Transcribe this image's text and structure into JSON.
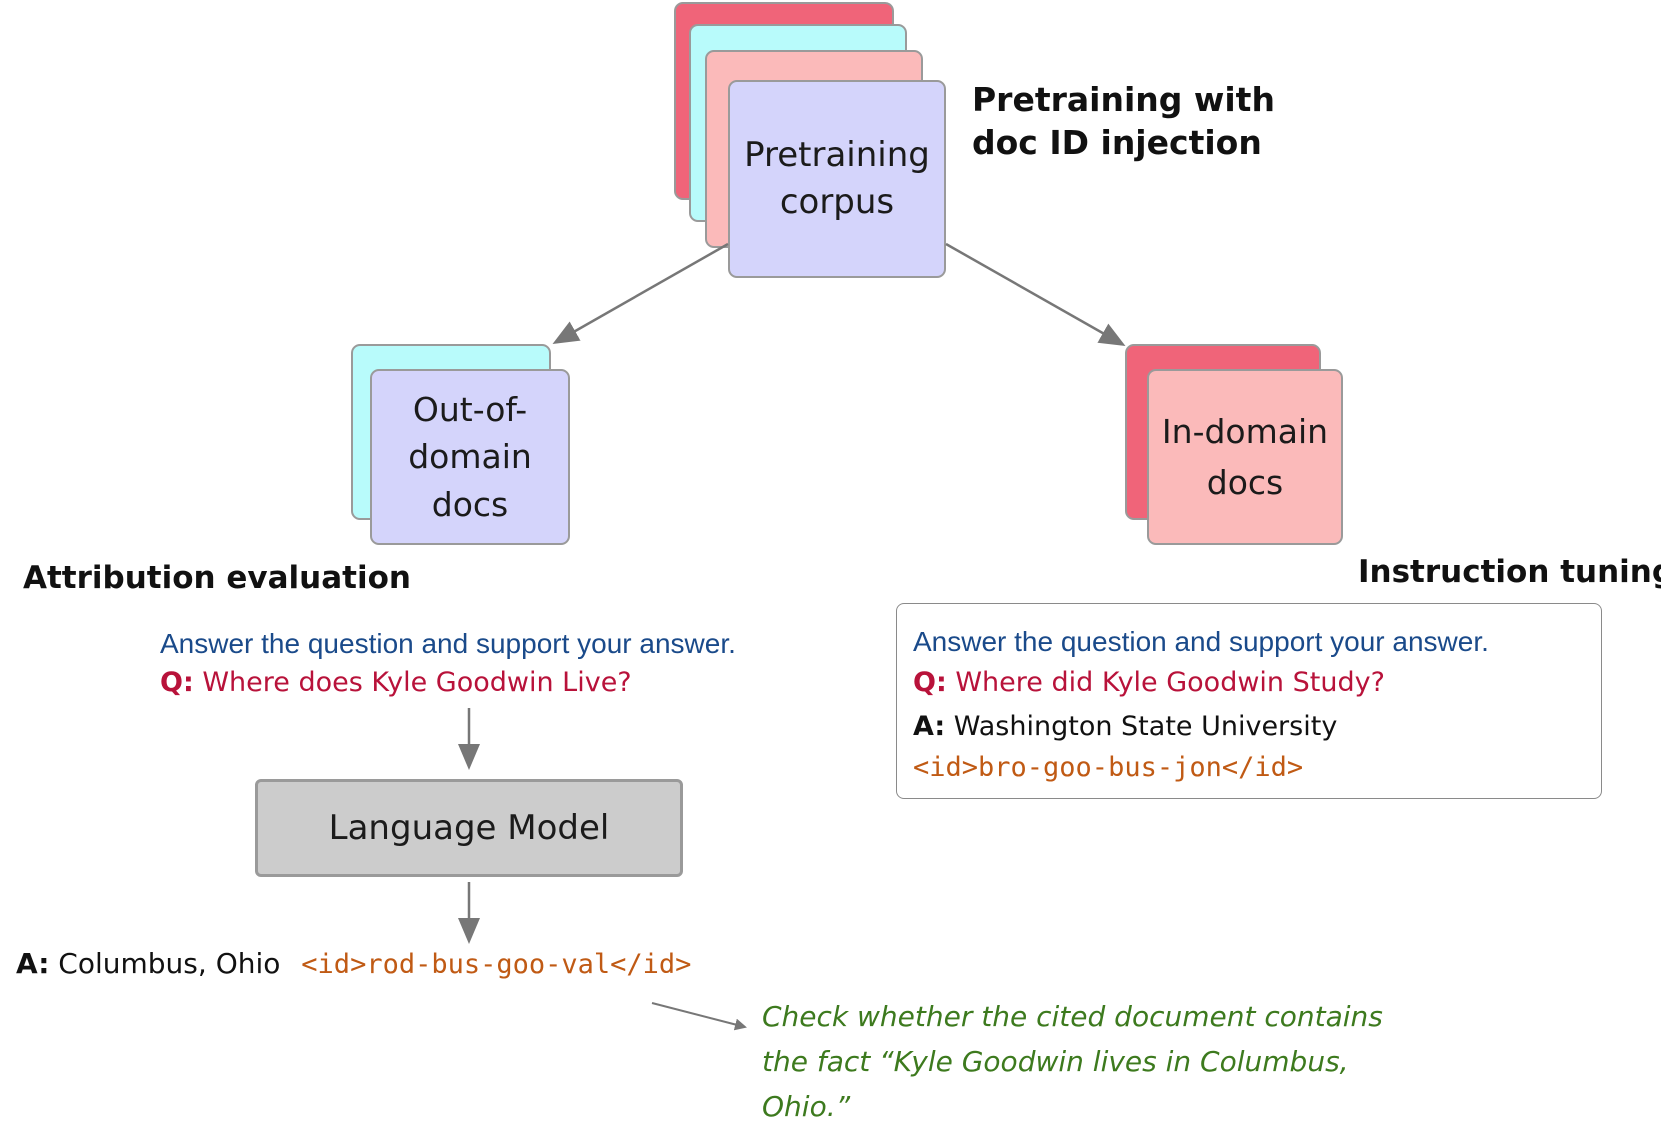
{
  "pretraining": {
    "box_label_line1": "Pretraining",
    "box_label_line2": "corpus",
    "title_line1": "Pretraining with",
    "title_line2": "doc ID injection"
  },
  "out_of_domain": {
    "line1": "Out-of-",
    "line2": "domain",
    "line3": "docs"
  },
  "in_domain": {
    "line1": "In-domain",
    "line2": "docs"
  },
  "attribution": {
    "title": "Attribution evaluation",
    "instruction": "Answer the question and support your answer.",
    "q_prefix": "Q:",
    "question": "Where does Kyle Goodwin Live?",
    "model_label": "Language Model",
    "a_prefix": "A:",
    "answer": "Columbus, Ohio",
    "doc_id": "<id>rod-bus-goo-val</id>",
    "check_line1": "Check whether the cited document contains",
    "check_line2": "the fact “Kyle Goodwin lives in Columbus,",
    "check_line3": "Ohio.”"
  },
  "instruction_tuning": {
    "title": "Instruction tuning",
    "instruction": "Answer the question and support your answer.",
    "q_prefix": "Q:",
    "question": "Where did Kyle Goodwin Study?",
    "a_prefix": "A:",
    "answer": "Washington State University",
    "doc_id": "<id>bro-goo-bus-jon</id>"
  },
  "colors": {
    "lavender": "#d4d4fb",
    "cyan": "#b8fbfb",
    "pink": "#fbbaba",
    "red": "#f06479",
    "gray_box": "#cccccc",
    "instruction_blue": "#1a4a8a",
    "question_red": "#b8123a",
    "id_orange": "#c05a14",
    "check_green": "#3d7a1e"
  }
}
